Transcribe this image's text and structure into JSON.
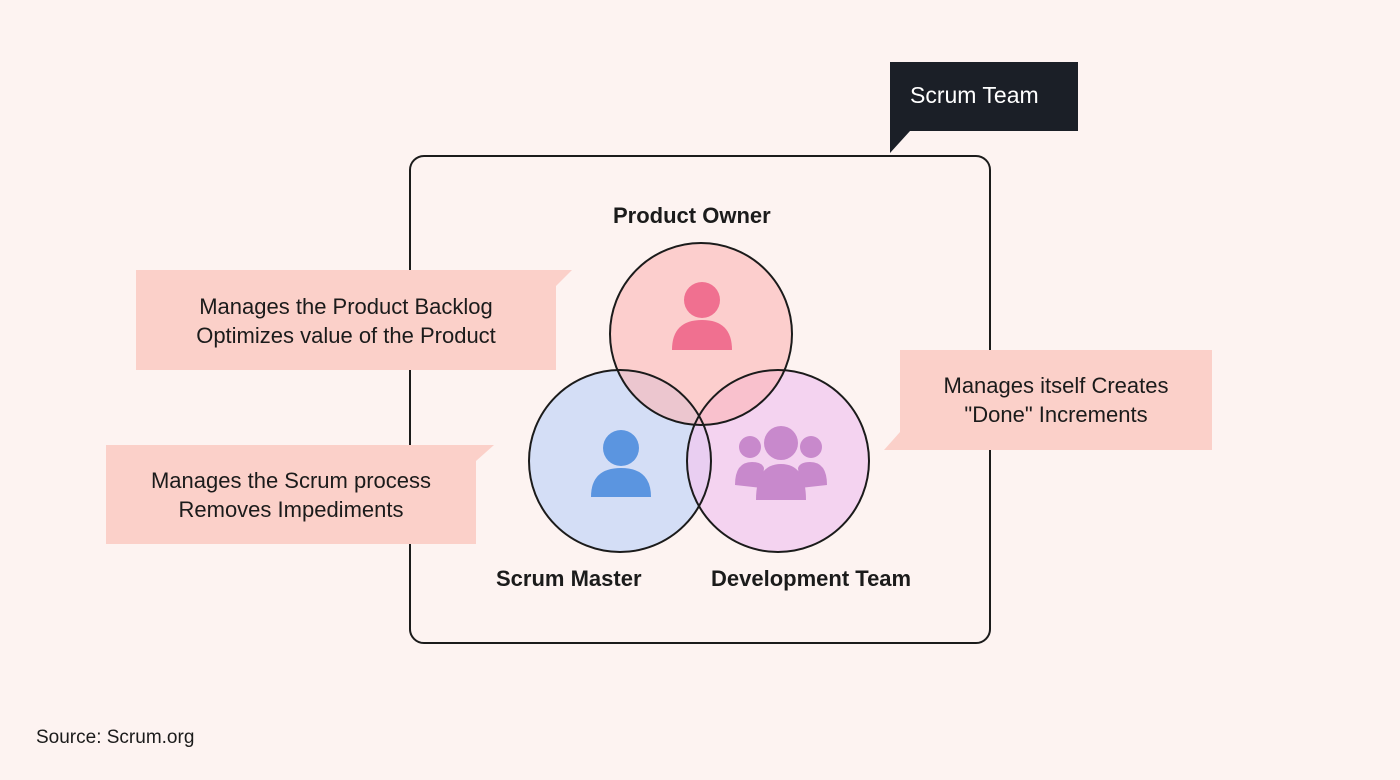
{
  "team_label": "Scrum Team",
  "roles": {
    "product_owner": {
      "name": "Product Owner",
      "desc1": "Manages the Product Backlog",
      "desc2": "Optimizes value of the Product"
    },
    "scrum_master": {
      "name": "Scrum Master",
      "desc1": "Manages the Scrum process",
      "desc2": "Removes Impediments"
    },
    "dev_team": {
      "name": "Development Team",
      "desc1": "Manages itself Creates",
      "desc2": "\"Done\" Increments"
    }
  },
  "source": "Source: Scrum.org",
  "colors": {
    "po": "#f07090",
    "sm": "#5b95e0",
    "dt": "#c889cc",
    "callout": "#fbd0c9",
    "dark": "#1b1f27"
  }
}
